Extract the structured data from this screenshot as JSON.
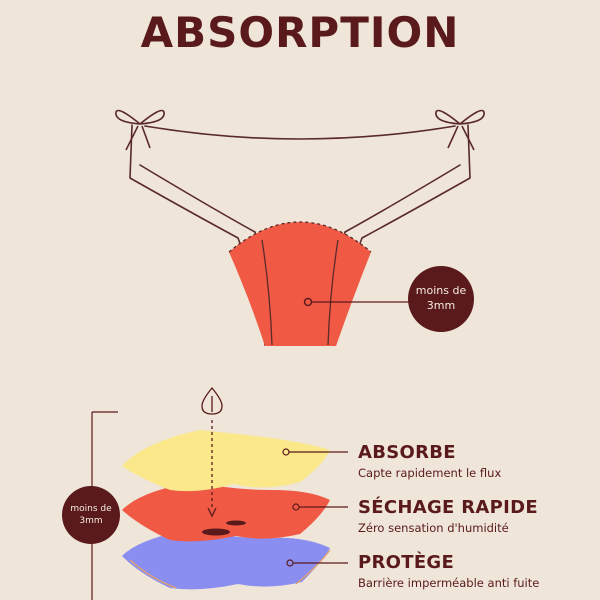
{
  "title": "ABSORPTION",
  "badge_top": {
    "line1": "moins de",
    "line2": "3mm"
  },
  "badge_side": {
    "line1": "moins de",
    "line2": "3mm"
  },
  "layers": [
    {
      "heading": "ABSORBE",
      "subtitle": "Capte rapidement le flux",
      "color": "#fbe88a"
    },
    {
      "heading": "SÉCHAGE RAPIDE",
      "subtitle": "Zéro sensation d'humidité",
      "color": "#f05a45"
    },
    {
      "heading": "PROTÈGE",
      "subtitle": "Barrière imperméable anti fuite",
      "color": "#8a8ef0"
    }
  ],
  "colors": {
    "brand": "#5a1a1c",
    "background": "#efe5d9",
    "gusset": "#f05a45",
    "line": "#5a2a2a"
  },
  "icons": [
    "drop-icon",
    "bow-icon",
    "dashed-arrow-icon"
  ]
}
